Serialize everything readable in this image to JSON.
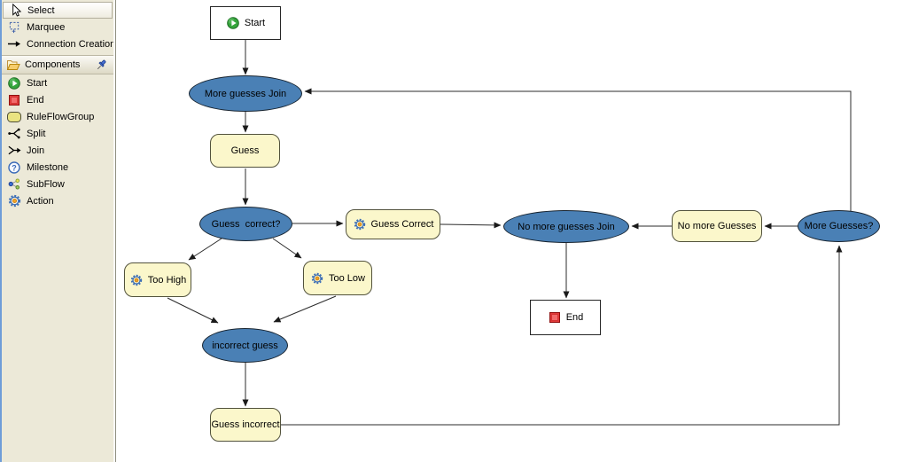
{
  "palette": {
    "tools": [
      {
        "label": "Select",
        "selected": true
      },
      {
        "label": "Marquee",
        "selected": false
      },
      {
        "label": "Connection Creation",
        "selected": false
      }
    ],
    "group_header": {
      "label": "Components"
    },
    "components": [
      {
        "label": "Start"
      },
      {
        "label": "End"
      },
      {
        "label": "RuleFlowGroup"
      },
      {
        "label": "Split"
      },
      {
        "label": "Join"
      },
      {
        "label": "Milestone"
      },
      {
        "label": "SubFlow"
      },
      {
        "label": "Action"
      }
    ]
  },
  "canvas": {
    "nodes": {
      "start": "Start",
      "more_guesses_join": "More guesses Join",
      "guess": "Guess",
      "guess_correct_q": "Guess  correct?",
      "guess_correct": "Guess Correct",
      "no_more_guesses_join": "No more guesses Join",
      "no_more_guesses": "No more Guesses",
      "more_guesses_q": "More Guesses?",
      "too_high": "Too High",
      "too_low": "Too Low",
      "incorrect_guess": "incorrect guess",
      "guess_incorrect": "Guess incorrect",
      "end": "End"
    }
  },
  "colors": {
    "palette_bg": "#ece9d8",
    "node_blue": "#4a80b5",
    "node_yellow": "#fbf7cb",
    "start_green": "#2f9e36",
    "end_red": "#e03a3a",
    "line": "#2b2b2b",
    "canvas_bg": "#ffffff"
  }
}
